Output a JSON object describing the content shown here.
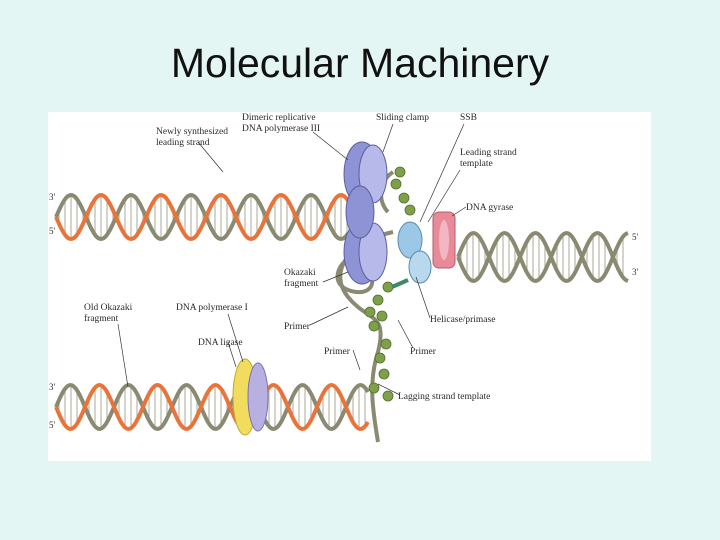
{
  "slide": {
    "title": "Molecular Machinery"
  },
  "figure": {
    "labels": {
      "newly_synthesized_1": "Newly synthesized",
      "newly_synthesized_2": "leading strand",
      "dimeric_1": "Dimeric replicative",
      "dimeric_2": "DNA polymerase III",
      "sliding_clamp": "Sliding clamp",
      "ssb": "SSB",
      "leading_template_1": "Leading strand",
      "leading_template_2": "template",
      "dna_gyrase": "DNA gyrase",
      "okazaki_1": "Okazaki",
      "okazaki_2": "fragment",
      "old_okazaki_1": "Old Okazaki",
      "old_okazaki_2": "fragment",
      "dna_pol_i": "DNA polymerase I",
      "dna_ligase": "DNA ligase",
      "primer_upper": "Primer",
      "primer_lower": "Primer",
      "primer_right": "Primer",
      "helicase": "Helicase/primase",
      "lagging_template": "Lagging strand template"
    },
    "ends": {
      "top_left_3": "3'",
      "top_left_5": "5'",
      "right_5": "5'",
      "right_3": "3'",
      "bottom_left_3": "3'",
      "bottom_left_5": "5'"
    },
    "colors": {
      "new_strand": "#e8743c",
      "template_strand": "#8a8a72",
      "polymerase": "#8e93d6",
      "gyrase": "#e98a98",
      "ligase": "#f2dc5e",
      "ssb": "#7fa04a",
      "helicase": "#9cc8e8"
    }
  }
}
